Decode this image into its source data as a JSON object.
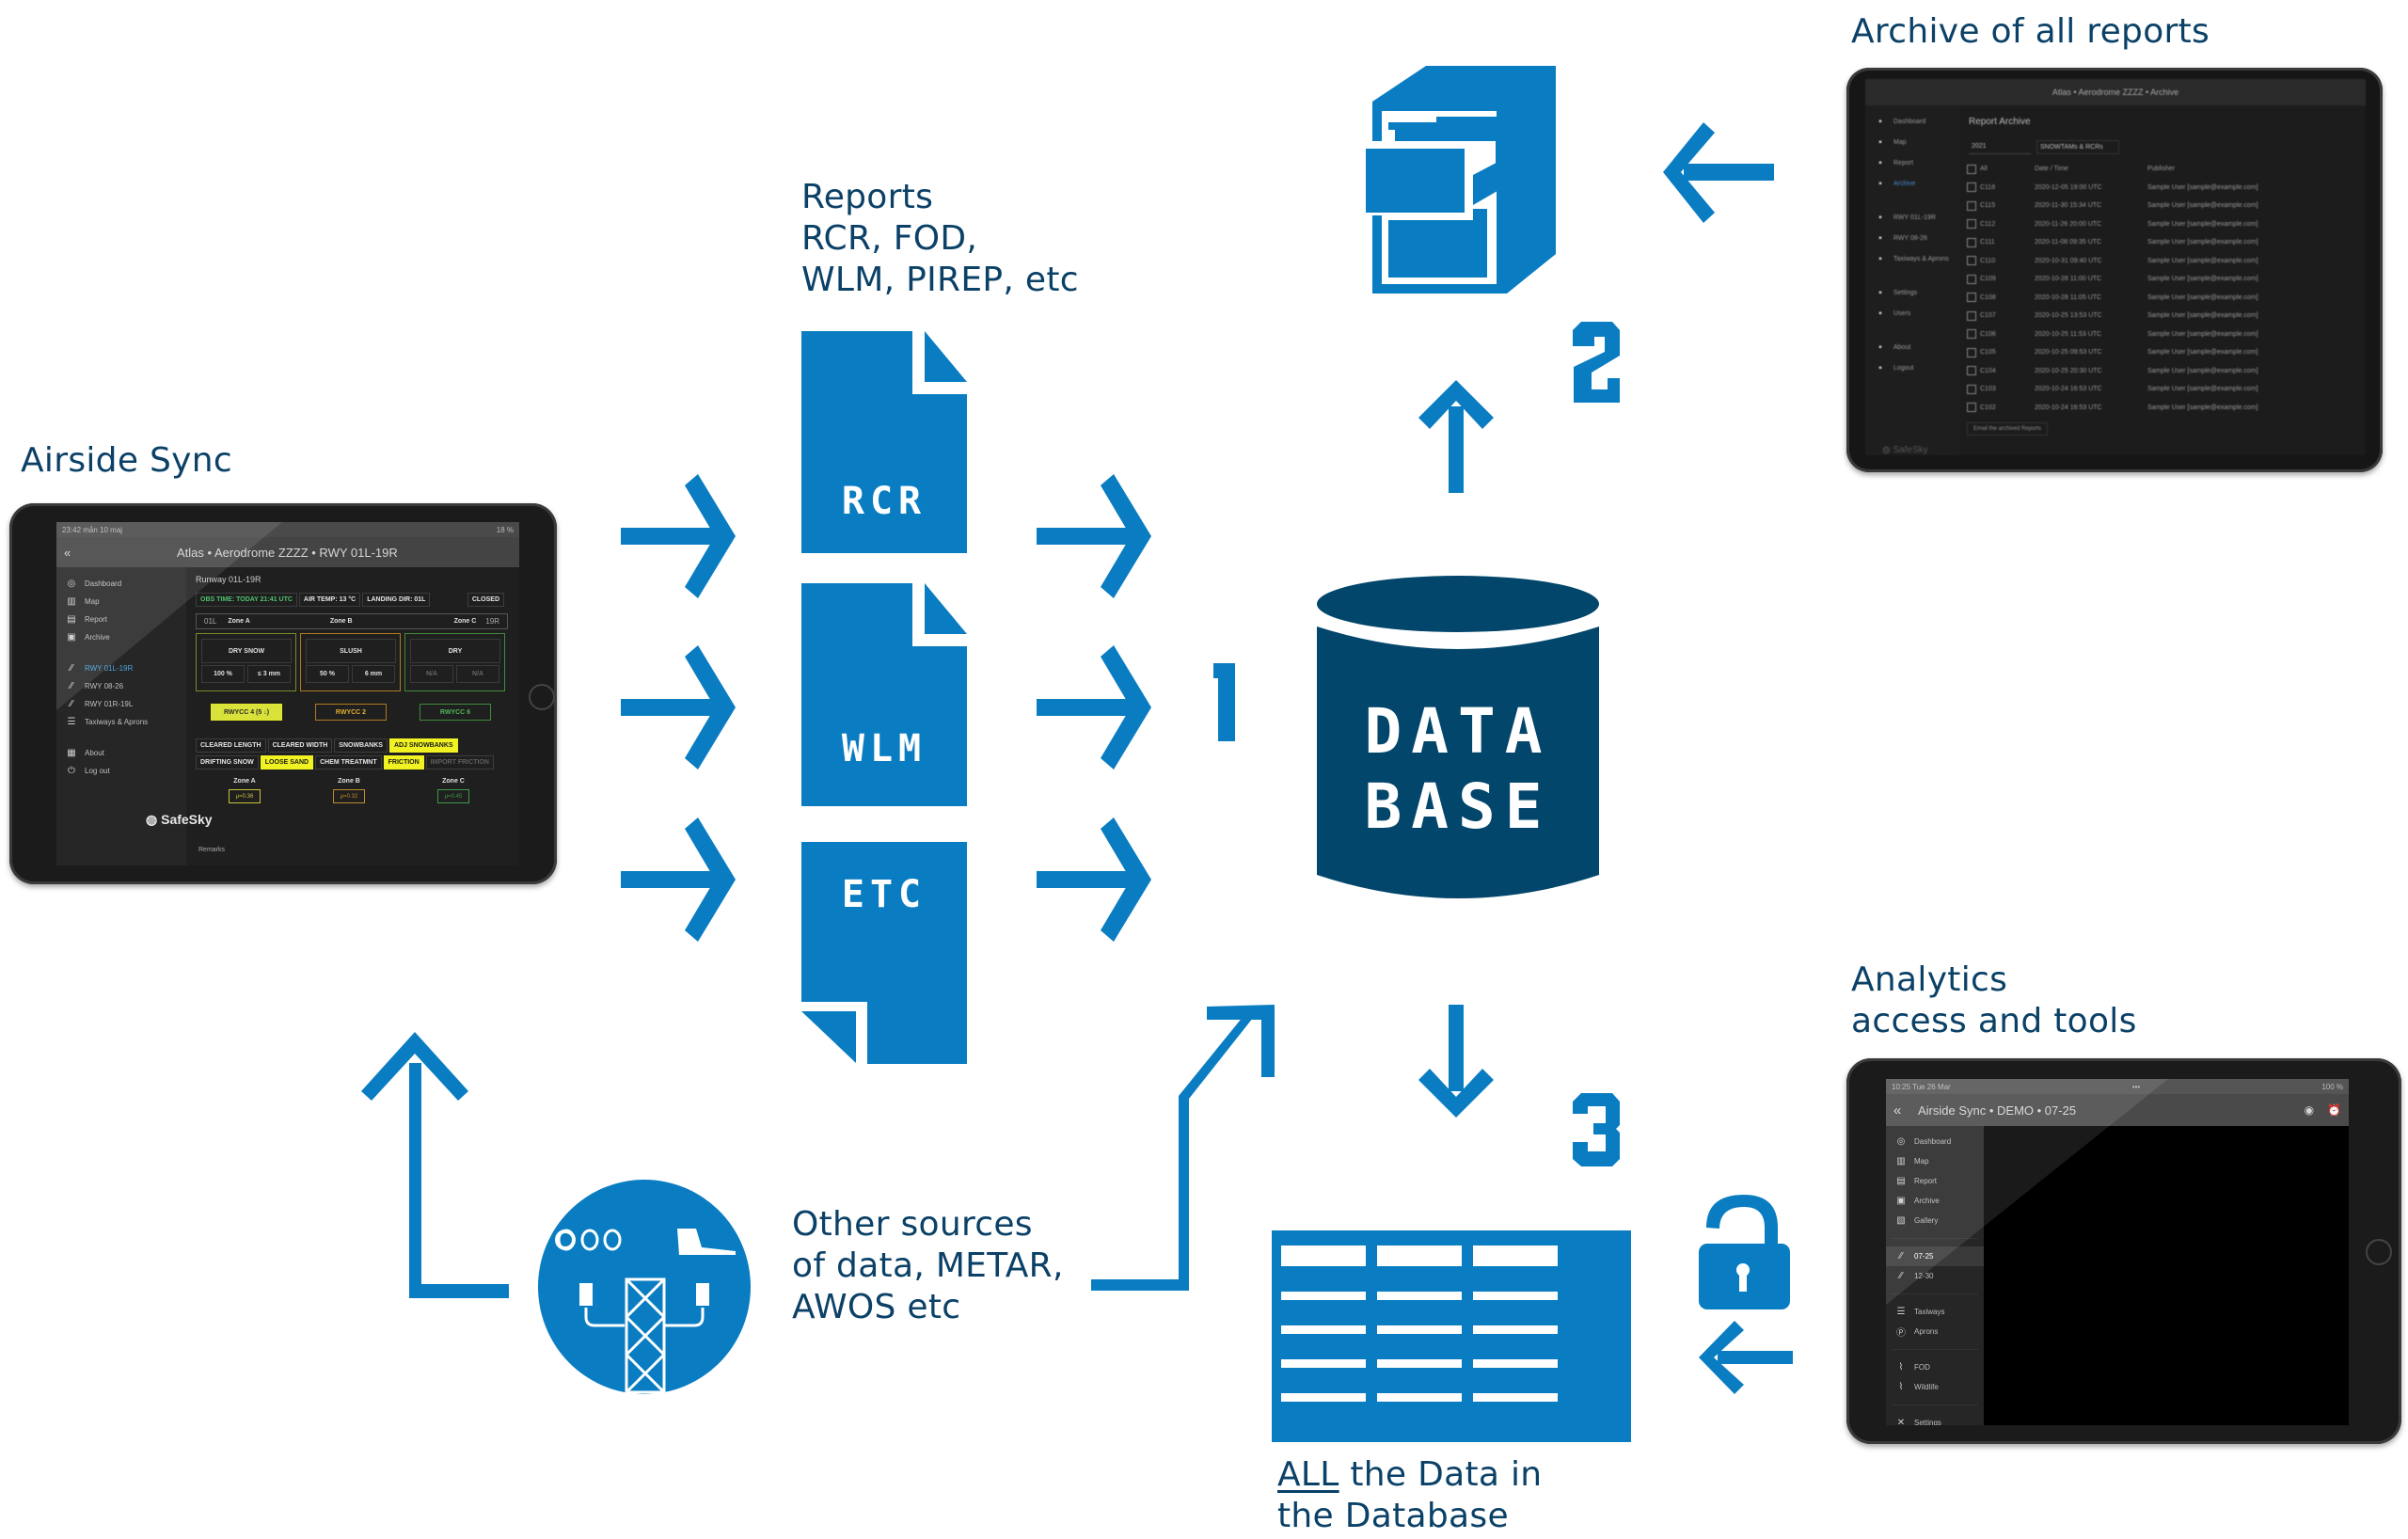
{
  "colors": {
    "accent_blue": "#0a7dc2",
    "database_navy": "#03466b",
    "label_text": "#0b4167"
  },
  "labels": {
    "airside_sync": "Airside Sync",
    "reports": [
      "Reports",
      "RCR, FOD,",
      "WLM, PIREP, etc"
    ],
    "archive_title": "Archive of all reports",
    "analytics": [
      "Analytics",
      "access and tools"
    ],
    "other_sources": [
      "Other sources",
      "of data, METAR,",
      "AWOS etc"
    ],
    "all_data_underlined": "ALL",
    "all_data_rest": " the Data in",
    "all_data_line2": "the Database"
  },
  "documents": [
    {
      "label": "RCR",
      "icon": "document-icon"
    },
    {
      "label": "WLM",
      "icon": "document-icon"
    },
    {
      "label": "ETC",
      "icon": "document-icon"
    }
  ],
  "database": {
    "line1": "DATA",
    "line2": "BASE"
  },
  "steps": [
    "1",
    "2",
    "3"
  ],
  "airside_tablet": {
    "status_time": "23:42  mån 10 maj",
    "status_battery": "18 %",
    "title": "Atlas • Aerodrome ZZZZ • RWY 01L-19R",
    "back": "«",
    "sidebar": [
      {
        "icon": "eye-icon",
        "label": "Dashboard",
        "active": false
      },
      {
        "icon": "map-icon",
        "label": "Map",
        "active": false
      },
      {
        "icon": "report-icon",
        "label": "Report",
        "active": false
      },
      {
        "icon": "archive-icon",
        "label": "Archive",
        "active": false
      },
      {
        "icon": "runway-icon",
        "label": "RWY 01L-19R",
        "active": true
      },
      {
        "icon": "runway-icon",
        "label": "RWY 08-26",
        "active": false
      },
      {
        "icon": "runway-icon",
        "label": "RWY 01R-19L",
        "active": false
      },
      {
        "icon": "signpost-icon",
        "label": "Taxiways & Aprons",
        "active": false
      },
      {
        "icon": "about-icon",
        "label": "About",
        "active": false
      },
      {
        "icon": "power-icon",
        "label": "Log out",
        "active": false
      }
    ],
    "brand": "SafeSky",
    "runway_heading": "Runway 01L-19R",
    "info": {
      "obs_time": "OBS TIME: TODAY 21:41 UTC",
      "air_temp": "AIR TEMP: 13 °C",
      "landing_dir": "LANDING DIR: 01L",
      "closed": "CLOSED"
    },
    "runway_bar": {
      "left_end": "01L",
      "right_end": "19R",
      "zones": [
        "Zone A",
        "Zone B",
        "Zone C"
      ]
    },
    "zones": [
      {
        "condition": "DRY SNOW",
        "coverage": "100 %",
        "depth": "≤ 3 mm",
        "rwycc": "RWYCC 4 (5 ↓)",
        "color": "#7a8a2a",
        "rwycc_style": "filled"
      },
      {
        "condition": "SLUSH",
        "coverage": "50 %",
        "depth": "6 mm",
        "rwycc": "RWYCC 2",
        "color": "#b07a1f",
        "rwycc_style": "outline"
      },
      {
        "condition": "DRY",
        "coverage": "N/A",
        "depth": "N/A",
        "rwycc": "RWYCC 6",
        "color": "#3f8a3a",
        "rwycc_style": "outline"
      }
    ],
    "chips_row1": [
      {
        "label": "CLEARED LENGTH",
        "state": "normal"
      },
      {
        "label": "CLEARED WIDTH",
        "state": "normal"
      },
      {
        "label": "SNOWBANKS",
        "state": "normal"
      },
      {
        "label": "ADJ SNOWBANKS",
        "state": "on"
      }
    ],
    "chips_row2": [
      {
        "label": "DRIFTING SNOW",
        "state": "normal"
      },
      {
        "label": "LOOSE SAND",
        "state": "on"
      },
      {
        "label": "CHEM TREATMNT",
        "state": "normal"
      },
      {
        "label": "FRICTION",
        "state": "on"
      },
      {
        "label": "IMPORT FRICTION",
        "state": "dim"
      }
    ],
    "friction": [
      {
        "zone": "Zone A",
        "value": "μ=0.36"
      },
      {
        "zone": "Zone B",
        "value": "μ=0.32"
      },
      {
        "zone": "Zone C",
        "value": "μ=0.45"
      }
    ],
    "remarks": "Remarks"
  },
  "archive_tablet": {
    "title": "Atlas • Aerodrome ZZZZ • Archive",
    "heading": "Report Archive",
    "filter_year": "2021",
    "filter_type": "SNOWTAMs & RCRs",
    "columns": [
      "All",
      "Date / Time",
      "Publisher"
    ],
    "sidebar": [
      "Dashboard",
      "Map",
      "Report",
      "Archive",
      "RWY 01L-19R",
      "RWY 08-26",
      "Taxiways & Aprons",
      "Settings",
      "Users",
      "About",
      "Logout"
    ],
    "rows": [
      {
        "id": "C116",
        "datetime": "2020-12-05 19:00 UTC",
        "publisher": "Sample User [sample@example.com]"
      },
      {
        "id": "C115",
        "datetime": "2020-11-30 15:34 UTC",
        "publisher": "Sample User [sample@example.com]"
      },
      {
        "id": "C112",
        "datetime": "2020-11-26 20:00 UTC",
        "publisher": "Sample User [sample@example.com]"
      },
      {
        "id": "C111",
        "datetime": "2020-11-08 09:35 UTC",
        "publisher": "Sample User [sample@example.com]"
      },
      {
        "id": "C110",
        "datetime": "2020-10-31 09:40 UTC",
        "publisher": "Sample User [sample@example.com]"
      },
      {
        "id": "C109",
        "datetime": "2020-10-28 11:00 UTC",
        "publisher": "Sample User [sample@example.com]"
      },
      {
        "id": "C108",
        "datetime": "2020-10-28 11:05 UTC",
        "publisher": "Sample User [sample@example.com]"
      },
      {
        "id": "C107",
        "datetime": "2020-10-25 13:53 UTC",
        "publisher": "Sample User [sample@example.com]"
      },
      {
        "id": "C106",
        "datetime": "2020-10-25 11:53 UTC",
        "publisher": "Sample User [sample@example.com]"
      },
      {
        "id": "C105",
        "datetime": "2020-10-25 09:53 UTC",
        "publisher": "Sample User [sample@example.com]"
      },
      {
        "id": "C104",
        "datetime": "2020-10-25 20:30 UTC",
        "publisher": "Sample User [sample@example.com]"
      },
      {
        "id": "C103",
        "datetime": "2020-10-24 16:53 UTC",
        "publisher": "Sample User [sample@example.com]"
      },
      {
        "id": "C102",
        "datetime": "2020-10-24 16:53 UTC",
        "publisher": "Sample User [sample@example.com]"
      }
    ],
    "footer_button": "Email the archived Reports",
    "brand": "SafeSky"
  },
  "analytics_tablet": {
    "status_time": "10:25  Tue 26 Mar",
    "status_dots": "•••",
    "status_battery": "100 %",
    "back": "«",
    "title": "Airside Sync • DEMO • 07-25",
    "sidebar_group1": [
      {
        "icon": "eye-icon",
        "label": "Dashboard"
      },
      {
        "icon": "map-icon",
        "label": "Map"
      },
      {
        "icon": "report-icon",
        "label": "Report"
      },
      {
        "icon": "archive-icon",
        "label": "Archive"
      },
      {
        "icon": "gallery-icon",
        "label": "Gallery"
      }
    ],
    "sidebar_group2": [
      {
        "icon": "runway-icon",
        "label": "07-25",
        "active": true
      },
      {
        "icon": "runway-icon",
        "label": "12-30",
        "active": false
      }
    ],
    "sidebar_group3": [
      {
        "icon": "signpost-icon",
        "label": "Taxiways"
      },
      {
        "icon": "parking-icon",
        "label": "Aprons"
      }
    ],
    "sidebar_group4": [
      {
        "icon": "paperclip-icon",
        "label": "FOD"
      },
      {
        "icon": "paperclip-icon",
        "label": "Wildlife"
      }
    ],
    "sidebar_group5": [
      {
        "icon": "tools-icon",
        "label": "Settings"
      }
    ]
  }
}
